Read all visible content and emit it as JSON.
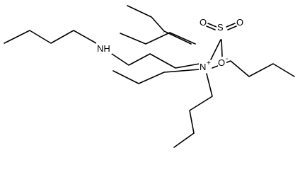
{
  "atoms": {
    "amine_nitrogen": "NH",
    "sulfur": "S",
    "oxygen_top_left": "O",
    "oxygen_top_right": "O",
    "oxygen_anion": "O",
    "ammonium_nitrogen": "N"
  },
  "charges": {
    "ammonium": "+",
    "anion": "-",
    "radical_dot": "·"
  },
  "colors": {
    "bond": "#000000",
    "background": "#ffffff"
  }
}
